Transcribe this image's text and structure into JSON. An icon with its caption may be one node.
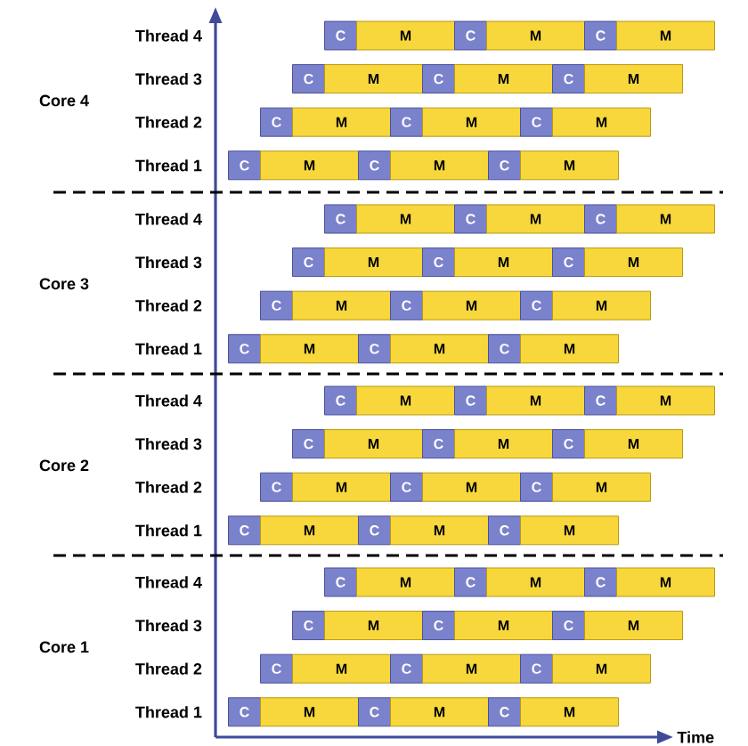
{
  "diagram": {
    "nodes": [
      {
        "text": [
          "C"
        ]
      },
      {
        "text": [
          "M"
        ]
      },
      {
        "text": [
          "C"
        ]
      },
      {
        "text": [
          "M"
        ]
      },
      {
        "text": [
          "C"
        ]
      },
      {
        "text": [
          "M"
        ]
      },
      {
        "text": [
          "C"
        ]
      },
      {
        "text": [
          "M"
        ]
      },
      {
        "text": [
          "C"
        ]
      },
      {
        "text": [
          "M"
        ]
      },
      {
        "text": [
          "C"
        ]
      },
      {
        "text": [
          "M"
        ]
      },
      {
        "text": [
          "C"
        ]
      },
      {
        "text": [
          "M"
        ]
      },
      {
        "text": [
          "C"
        ]
      },
      {
        "text": [
          "M"
        ]
      },
      {
        "text": [
          "C"
        ]
      },
      {
        "text": [
          "M"
        ]
      },
      {
        "text": [
          "C"
        ]
      },
      {
        "text": [
          "M"
        ]
      },
      {
        "text": [
          "C"
        ]
      },
      {
        "text": [
          "M"
        ]
      },
      {
        "text": [
          "C"
        ]
      },
      {
        "text": [
          "M"
        ]
      },
      {
        "text": [
          "C"
        ]
      },
      {
        "text": [
          "M"
        ]
      },
      {
        "text": [
          "C"
        ]
      },
      {
        "text": [
          "M"
        ]
      },
      {
        "text": [
          "C"
        ]
      },
      {
        "text": [
          "M"
        ]
      },
      {
        "text": [
          "C"
        ]
      },
      {
        "text": [
          "M"
        ]
      },
      {
        "text": [
          "C"
        ]
      },
      {
        "text": [
          "M"
        ]
      },
      {
        "text": [
          "C"
        ]
      },
      {
        "text": [
          "M"
        ]
      },
      {
        "text": [
          "C"
        ]
      },
      {
        "text": [
          "M"
        ]
      },
      {
        "text": [
          "C"
        ]
      },
      {
        "text": [
          "M"
        ]
      },
      {
        "text": [
          "C"
        ]
      },
      {
        "text": [
          "M"
        ]
      },
      {
        "text": [
          "C"
        ]
      },
      {
        "text": [
          "M"
        ]
      },
      {
        "text": [
          "C"
        ]
      },
      {
        "text": [
          "M"
        ]
      },
      {
        "text": [
          "C"
        ]
      },
      {
        "text": [
          "M"
        ]
      },
      {
        "text": [
          "C"
        ]
      },
      {
        "text": [
          "M"
        ]
      },
      {
        "text": [
          "C"
        ]
      },
      {
        "text": [
          "M"
        ]
      },
      {
        "text": [
          "C"
        ]
      },
      {
        "text": [
          "M"
        ]
      },
      {
        "text": [
          "C"
        ]
      },
      {
        "text": [
          "M"
        ]
      },
      {
        "text": [
          "C"
        ]
      },
      {
        "text": [
          "M"
        ]
      },
      {
        "text": [
          "C"
        ]
      },
      {
        "text": [
          "M"
        ]
      },
      {
        "text": [
          "C"
        ]
      },
      {
        "text": [
          "M"
        ]
      },
      {
        "text": [
          "C"
        ]
      },
      {
        "text": [
          "M"
        ]
      },
      {
        "text": [
          "C"
        ]
      },
      {
        "text": [
          "M"
        ]
      },
      {
        "text": [
          "C"
        ]
      },
      {
        "text": [
          "M"
        ]
      },
      {
        "text": [
          "C"
        ]
      },
      {
        "text": [
          "M"
        ]
      },
      {
        "text": [
          "C"
        ]
      },
      {
        "text": [
          "M"
        ]
      },
      {
        "text": [
          "C"
        ]
      },
      {
        "text": [
          "M"
        ]
      },
      {
        "text": [
          "C"
        ]
      },
      {
        "text": [
          "M"
        ]
      },
      {
        "text": [
          "C"
        ]
      },
      {
        "text": [
          "M"
        ]
      },
      {
        "text": [
          "C"
        ]
      },
      {
        "text": [
          "M"
        ]
      },
      {
        "text": [
          "C"
        ]
      },
      {
        "text": [
          "M"
        ]
      },
      {
        "text": [
          "C"
        ]
      },
      {
        "text": [
          "M"
        ]
      },
      {
        "text": [
          "C"
        ]
      },
      {
        "text": [
          "M"
        ]
      },
      {
        "text": [
          "C"
        ]
      },
      {
        "text": [
          "M"
        ]
      },
      {
        "text": [
          "C"
        ]
      },
      {
        "text": [
          "M"
        ]
      },
      {
        "text": [
          "C"
        ]
      },
      {
        "text": [
          "M"
        ]
      },
      {
        "text": [
          "C"
        ]
      },
      {
        "text": [
          "M"
        ]
      },
      {
        "text": [
          "C"
        ]
      },
      {
        "text": [
          "M"
        ]
      }
    ],
    "labels": [
      "Core 4",
      "Thread 4",
      "Thread 3",
      "Thread 2",
      "Thread 1",
      "Core 3",
      "Thread 4",
      "Thread 3",
      "Thread 2",
      "Thread 1",
      "Core 2",
      "Thread 4",
      "Thread 3",
      "Thread 2",
      "Thread 1",
      "Core 1",
      "Thread 4",
      "Thread 3",
      "Thread 2",
      "Thread 1",
      "Time"
    ]
  }
}
